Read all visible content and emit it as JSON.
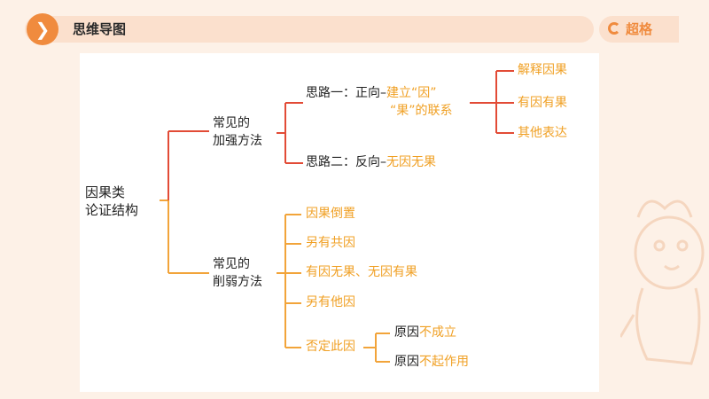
{
  "header": {
    "title": "思维导图",
    "brand": "超格",
    "badge_icon": "chevron-right-icon"
  },
  "colors": {
    "accent": "#f08b3e",
    "strengthen_line": "#e24b36",
    "weaken_line": "#f2a43a",
    "highlight_text": "#f0a024"
  },
  "mindmap": {
    "root": [
      "因果类",
      "论证结构"
    ],
    "strengthen": {
      "label": [
        "常见的",
        "加强方法"
      ],
      "idea1": {
        "prefix": "思路一：正向–",
        "highlight_line1": "建立“因”",
        "highlight_line2": "“果”的联系"
      },
      "idea1_children": [
        "解释因果",
        "有因有果",
        "其他表达"
      ],
      "idea2": {
        "prefix": "思路二：反向–",
        "highlight": "无因无果"
      }
    },
    "weaken": {
      "label": [
        "常见的",
        "削弱方法"
      ],
      "items": [
        "因果倒置",
        "另有共因",
        "有因无果、无因有果",
        "另有他因",
        "否定此因"
      ],
      "deny_children": [
        {
          "prefix": "原因",
          "highlight": "不成立"
        },
        {
          "prefix": "原因",
          "highlight": "不起作用"
        }
      ]
    }
  }
}
